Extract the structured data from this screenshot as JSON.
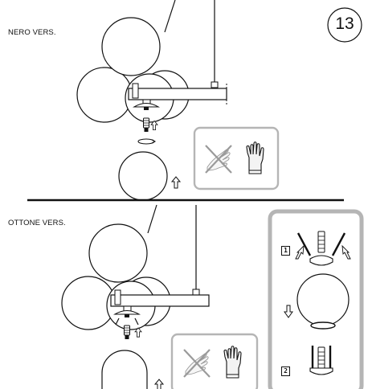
{
  "page": {
    "step_number": "13",
    "top_variant_label": "NERO VERS.",
    "bottom_variant_label": "OTTONE VERS."
  },
  "sub_steps": {
    "first": "1",
    "second": "2"
  },
  "colors": {
    "line": "#111111",
    "panel_border": "#b5b5b5",
    "panel_fill": "#ffffff",
    "glove_fill": "#f0f0f0"
  },
  "icons": {
    "no_bare_hand": "no-bare-hand-icon",
    "glove": "glove-icon",
    "arrow_up": "arrow-up-icon",
    "arrow_down": "arrow-down-icon"
  }
}
